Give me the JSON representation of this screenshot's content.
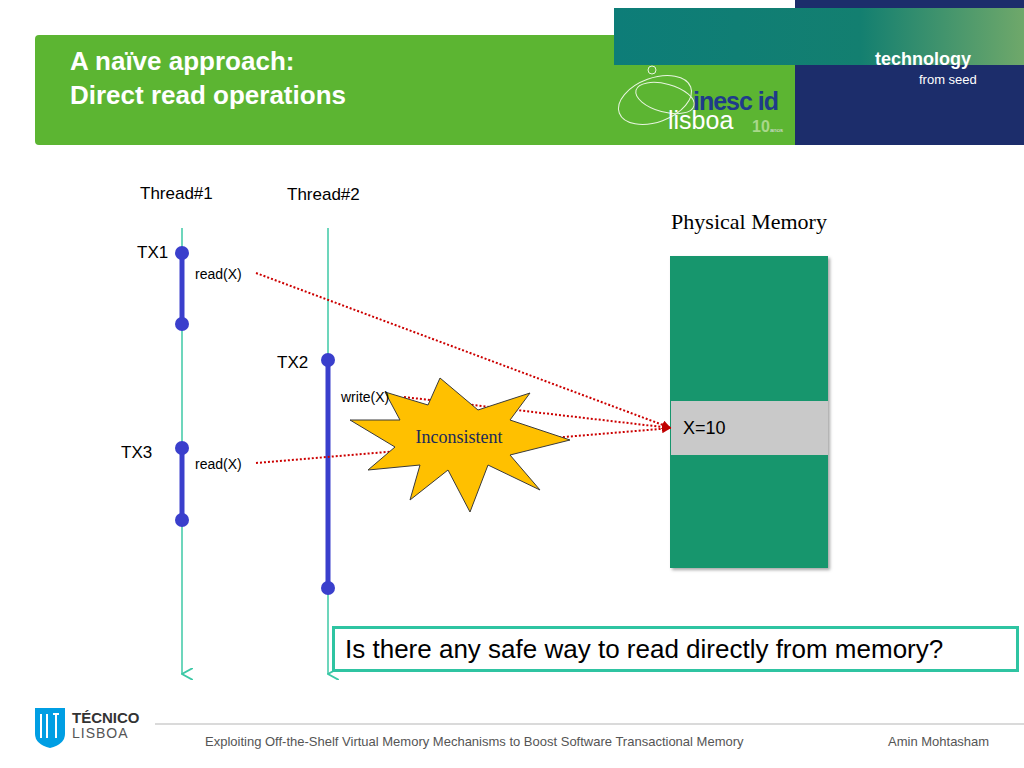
{
  "diagram": {
    "title": "A naïve approach: Direct read operations",
    "nodes": [
      {
        "text": [
          "TX1"
        ]
      },
      {
        "text": [
          "Physical Memory"
        ]
      },
      {
        "text": [
          "X=10"
        ],
        "in": 1
      },
      {
        "text": [
          "TX2"
        ]
      },
      {
        "text": [
          "Inconsistent"
        ]
      },
      {
        "text": [
          "TX3"
        ]
      },
      {
        "text": [
          "Is there any safe way to read directly from memory?"
        ]
      }
    ],
    "edges": [
      {
        "from": 0,
        "to": 2,
        "label": "read(X)",
        "arrow": "to"
      },
      {
        "from": 3,
        "to": 2,
        "label": "write(X)",
        "arrow": "to"
      },
      {
        "from": 5,
        "to": 2,
        "label": "read(X)",
        "arrow": "to"
      }
    ],
    "labels": [
      "technology",
      "from seed",
      "inesc id",
      "lisboa",
      "10",
      "anos",
      "Thread#1",
      "Thread#2",
      "TÉCNICO",
      "LISBOA",
      "Exploiting Off-the-Shelf Virtual Memory Mechanisms to Boost Software Transactional Memory",
      "Amin Mohtasham"
    ]
  }
}
